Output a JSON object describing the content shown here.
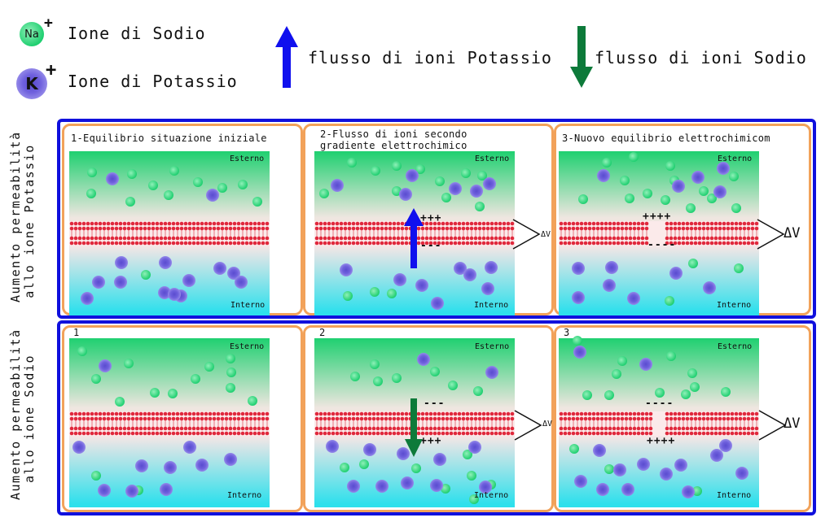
{
  "legend": {
    "na_symbol": "Na",
    "na_sign": "+",
    "na_label": "Ione di Sodio",
    "k_symbol": "K",
    "k_sign": "+",
    "k_label": "Ione di Potassio",
    "k_flow_label": "flusso di ioni Potassio",
    "na_flow_label": "flusso di ioni Sodio"
  },
  "rows": {
    "top_label": [
      "Aumento permeabilità",
      "allo ione Potassio"
    ],
    "bottom_label": [
      "Aumento permeabilità",
      "allo ione Sodio"
    ]
  },
  "panels": {
    "top": [
      {
        "title": "1-Equilibrio situazione iniziale"
      },
      {
        "title": "2-Flusso di ioni secondo gradiente elettrochimico"
      },
      {
        "title": "3-Nuovo equilibrio elettrochimicom"
      }
    ],
    "bottom": [
      {
        "title": "1"
      },
      {
        "title": "2"
      },
      {
        "title": "3"
      }
    ]
  },
  "labels": {
    "outside": "Esterno",
    "inside": "Interno",
    "delta_v": "ΔV"
  },
  "charges": {
    "top_2_pos": "+++",
    "top_2_neg": "---",
    "top_3_pos": "++++",
    "top_3_neg": "----",
    "bottom_2_neg": "---",
    "bottom_2_pos": "+++",
    "bottom_3_neg": "----",
    "bottom_3_pos": "++++"
  },
  "colors": {
    "frame_blue": "#1010dd",
    "divider_orange": "#f2a25a",
    "na_green": "#25d27a",
    "k_purple": "#8a78e0",
    "k_flow_arrow": "#1010ee",
    "na_flow_arrow": "#0d7a3a",
    "membrane_red": "#e0283c"
  }
}
